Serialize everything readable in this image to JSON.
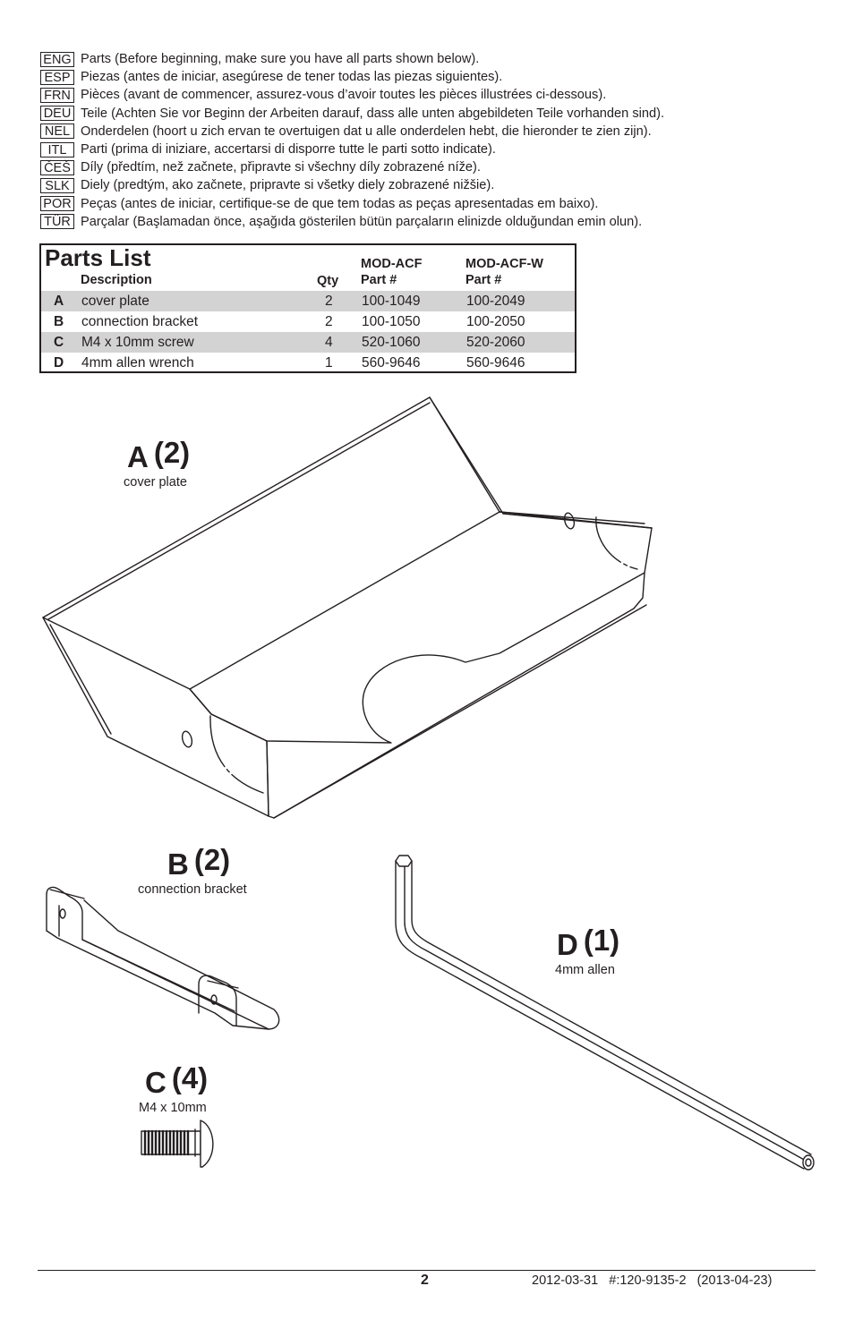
{
  "languages": [
    {
      "code": "ENG",
      "text": "Parts (Before beginning, make sure you have all parts shown below)."
    },
    {
      "code": "ESP",
      "text": "Piezas (antes de iniciar, asegúrese de tener todas las piezas siguientes)."
    },
    {
      "code": "FRN",
      "text": "Pièces (avant de commencer, assurez-vous d’avoir toutes les pièces illustrées ci-dessous)."
    },
    {
      "code": "DEU",
      "text": "Teile (Achten Sie vor Beginn der Arbeiten darauf, dass alle unten abgebildeten Teile vorhanden sind)."
    },
    {
      "code": "NEL",
      "text": "Onderdelen (hoort u zich ervan te overtuigen dat u alle onderdelen hebt, die hieronder te zien zijn)."
    },
    {
      "code": "ITL",
      "text": "Parti (prima di iniziare, accertarsi di disporre tutte le parti sotto indicate)."
    },
    {
      "code": "ČEŠ",
      "text": "Díly (předtím, než začnete, připravte si všechny díly zobrazené níže)."
    },
    {
      "code": "SLK",
      "text": "Diely (predtým, ako začnete, pripravte si všetky diely zobrazené nižšie)."
    },
    {
      "code": "POR",
      "text": "Peças (antes de iniciar, certifique-se de que tem todas as peças apresentadas em baixo)."
    },
    {
      "code": "TÜR",
      "text": "Parçalar (Başlamadan önce, aşağıda gösterilen bütün parçaların elinizde olduğundan emin olun)."
    }
  ],
  "parts_list": {
    "title": "Parts List",
    "col_description": "Description",
    "col_qty": "Qty",
    "col_model1": "MOD-ACF",
    "col_model2": "MOD-ACF-W",
    "col_part1": "Part #",
    "col_part2": "Part #",
    "rows": [
      {
        "letter": "A",
        "description": "cover plate",
        "qty": "2",
        "part1": "100-1049",
        "part2": "100-2049"
      },
      {
        "letter": "B",
        "description": "connection bracket",
        "qty": "2",
        "part1": "100-1050",
        "part2": "100-2050"
      },
      {
        "letter": "C",
        "description": "M4 x 10mm screw",
        "qty": "4",
        "part1": "520-1060",
        "part2": "520-2060"
      },
      {
        "letter": "D",
        "description": "4mm allen wrench",
        "qty": "1",
        "part1": "560-9646",
        "part2": "560-9646"
      }
    ]
  },
  "figures": {
    "a": {
      "letter": "A",
      "qty": "(2)",
      "caption": "cover plate"
    },
    "b": {
      "letter": "B",
      "qty": "(2)",
      "caption": "connection bracket"
    },
    "c": {
      "letter": "C",
      "qty": "(4)",
      "caption": "M4 x 10mm"
    },
    "d": {
      "letter": "D",
      "qty": "(1)",
      "caption": "4mm allen"
    }
  },
  "footer": {
    "page_number": "2",
    "info": "2012-03-31   #:120-9135-2   (2013-04-23)"
  }
}
